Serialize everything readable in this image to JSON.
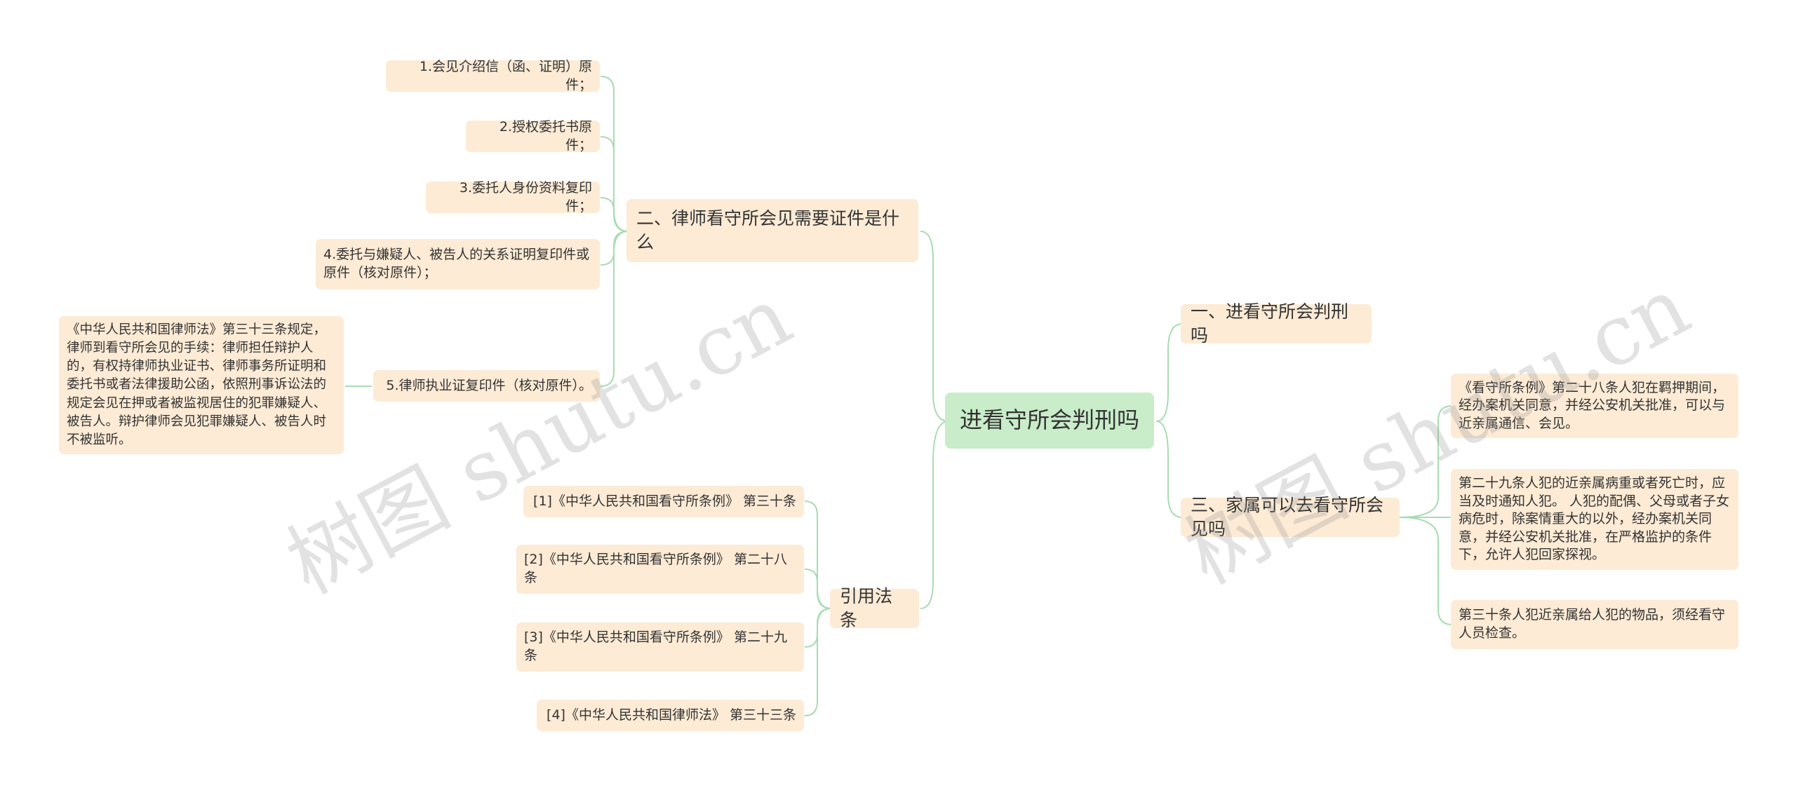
{
  "root": "进看守所会判刑吗",
  "branch1": {
    "title": "二、律师看守所会见需要证件是什么",
    "items": [
      "1.会见介绍信（函、证明）原件；",
      "2.授权委托书原件；",
      "3.委托人身份资料复印件；",
      "4.委托与嫌疑人、被告人的关系证明复印件或原件（核对原件）；",
      "5.律师执业证复印件（核对原件）。"
    ],
    "note": "《中华人民共和国律师法》第三十三条规定，律师到看守所会见的手续：律师担任辩护人的，有权持律师执业证书、律师事务所证明和委托书或者法律援助公函，依照刑事诉讼法的规定会见在押或者被监视居住的犯罪嫌疑人、被告人。辩护律师会见犯罪嫌疑人、被告人时不被监听。"
  },
  "branch_ref": {
    "title": "引用法条",
    "items": [
      "[1]《中华人民共和国看守所条例》 第三十条",
      "[2]《中华人民共和国看守所条例》 第二十八条",
      "[3]《中华人民共和国看守所条例》 第二十九条",
      "[4]《中华人民共和国律师法》 第三十三条"
    ]
  },
  "branch_r1": {
    "title": "一、进看守所会判刑吗"
  },
  "branch_r3": {
    "title": "三、家属可以去看守所会见吗",
    "items": [
      "《看守所条例》第二十八条人犯在羁押期间，经办案机关同意，并经公安机关批准，可以与近亲属通信、会见。",
      "第二十九条人犯的近亲属病重或者死亡时，应当及时通知人犯。 人犯的配偶、父母或者子女病危时，除案情重大的以外，经办案机关同意，并经公安机关批准，在严格监护的条件下，允许人犯回家探视。",
      "第三十条人犯近亲属给人犯的物品，须经看守人员检查。"
    ]
  },
  "watermark": "树图 shutu.cn",
  "colors": {
    "node": "#fdebd5",
    "root": "#c9ecc9",
    "line": "#a8dcb2"
  }
}
